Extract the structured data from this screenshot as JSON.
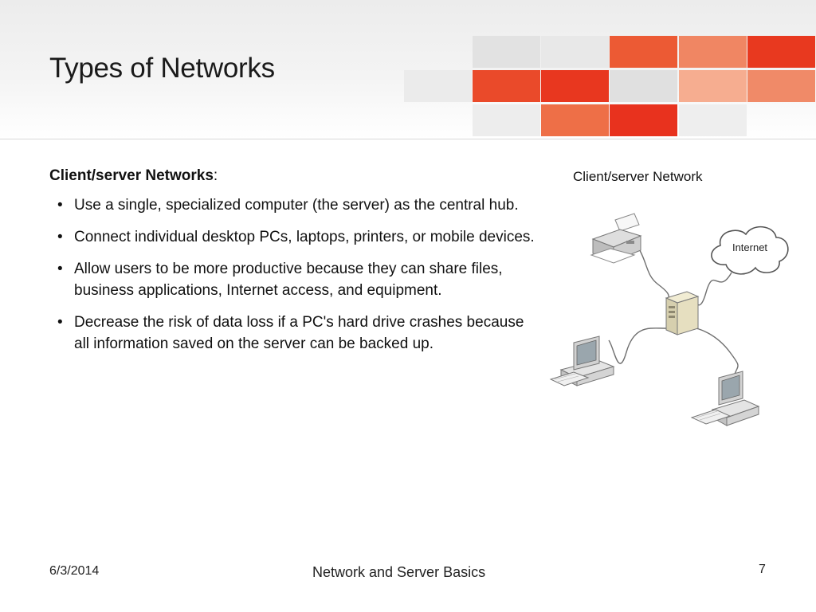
{
  "slide": {
    "title": "Types of Networks",
    "lead_bold": "Client/server Networks",
    "lead_suffix": ":",
    "bullet_glyph": "•",
    "bullets": [
      "Use a single, specialized computer (the server) as the central hub.",
      "Connect individual desktop PCs, laptops, printers, or mobile devices.",
      "Allow users to be more productive because they can share files, business applications, Internet access, and equipment.",
      "Decrease the risk of data loss if a PC's hard drive crashes because all information saved on the server can be backed up."
    ]
  },
  "figure": {
    "caption": "Client/server Network",
    "cloud_label": "Internet",
    "icons": [
      "printer-icon",
      "internet-cloud-icon",
      "server-icon",
      "desktop-computer-icon"
    ]
  },
  "footer": {
    "date": "6/3/2014",
    "title": "Network and Server Basics",
    "page": "7"
  },
  "colors": {
    "accent_red": "#e8321e",
    "accent_orange": "#ef6c44",
    "accent_light": "#f7a98c",
    "tile_grey": "#e3e3e3"
  }
}
